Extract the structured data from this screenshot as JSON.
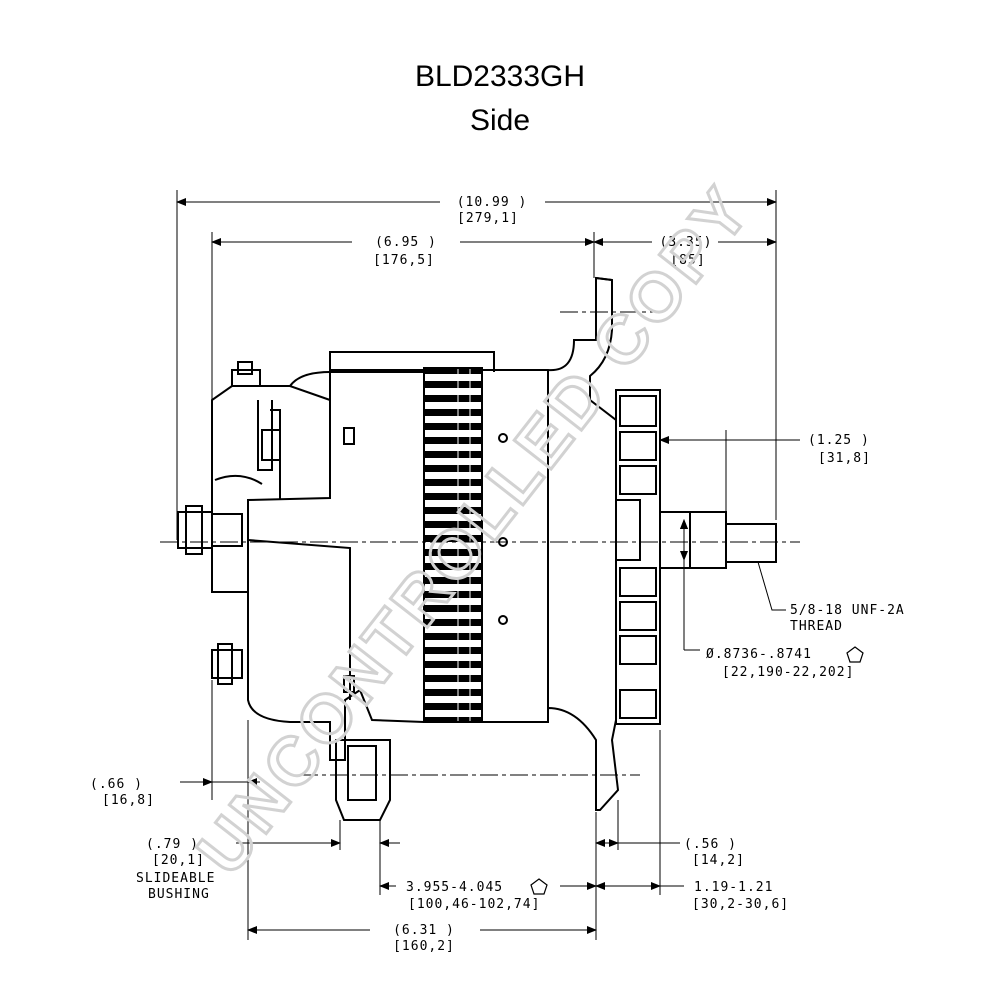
{
  "title": {
    "part_number": "BLD2333GH",
    "view": "Side"
  },
  "watermark": "UNCONTROLLED COPY",
  "dimensions": {
    "overall_length": {
      "inch": "(10.99  )",
      "mm": "[279,1]"
    },
    "body_length": {
      "inch": "(6.95   )",
      "mm": "[176,5]"
    },
    "front_extension": {
      "inch": "(3.35)",
      "mm": "[85]"
    },
    "shaft_extension": {
      "inch": "(1.25  )",
      "mm": "[31,8]"
    },
    "thread": {
      "line1": "5/8-18 UNF-2A",
      "line2": "THREAD"
    },
    "shaft_diameter": {
      "inch": "Ø.8736-.8741",
      "mm": "[22,190-22,202]"
    },
    "rear_offset": {
      "inch": "(.66   )",
      "mm": "[16,8]"
    },
    "bushing_width": {
      "inch": "(.79   )",
      "mm": "[20,1]",
      "note_line1": "SLIDEABLE",
      "note_line2": "BUSHING"
    },
    "flange_thickness": {
      "inch": "(.56   )",
      "mm": "[14,2]"
    },
    "mount_spacing": {
      "inch": "3.955-4.045",
      "mm": "[100,46-102,74]"
    },
    "mount_to_fan": {
      "inch": "1.19-1.21",
      "mm": "[30,2-30,6]"
    },
    "base_length": {
      "inch": "(6.31   )",
      "mm": "[160,2]"
    }
  },
  "colors": {
    "line": "#000000",
    "watermark": "#d2d2d2",
    "background": "#ffffff"
  }
}
